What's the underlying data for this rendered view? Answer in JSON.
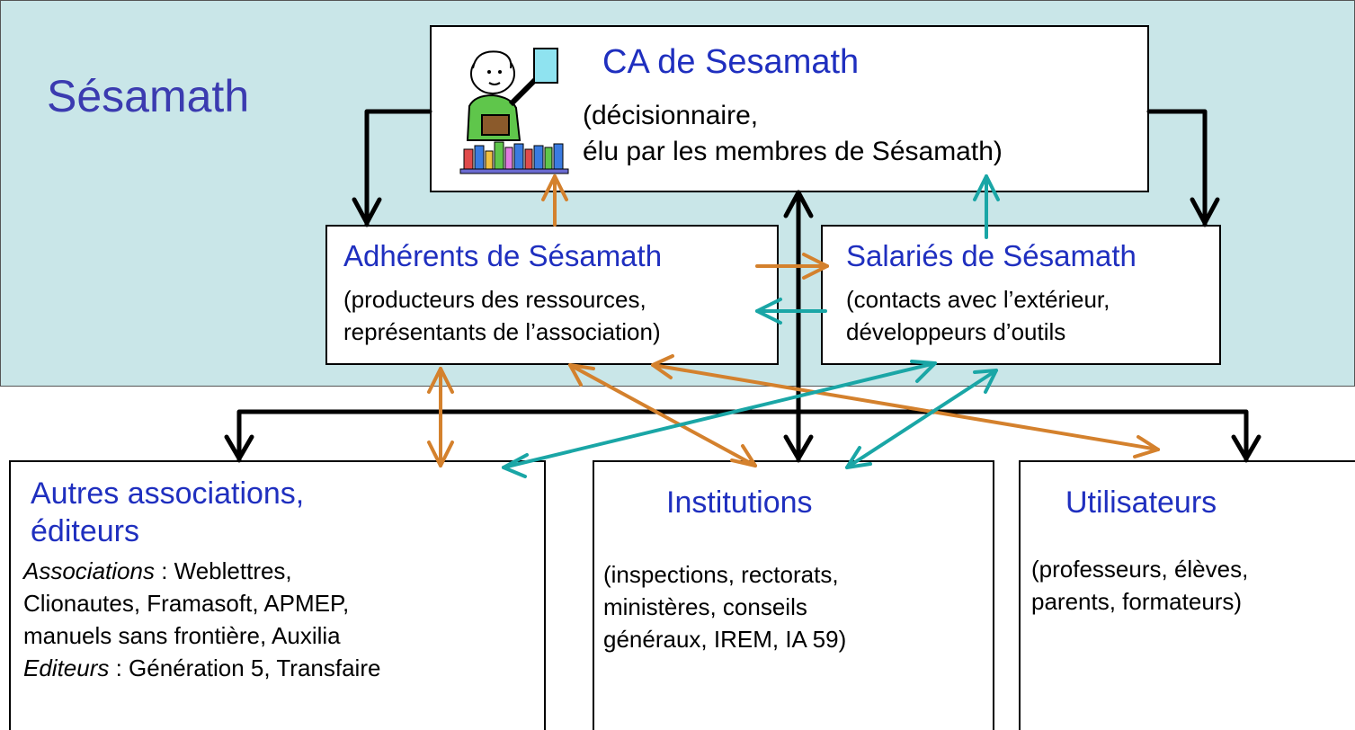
{
  "org_panel": {
    "label": "Sésamath",
    "bg_color": "#c9e6e8"
  },
  "ca": {
    "title": "CA de Sesamath",
    "line1": "(décisionnaire,",
    "line2": "élu par les membres de Sésamath)"
  },
  "adherents": {
    "title": "Adhérents de Sésamath",
    "line1": "(producteurs des ressources,",
    "line2": "représentants de l’association)"
  },
  "salaries": {
    "title": "Salariés de Sésamath",
    "line1": "(contacts avec l’extérieur,",
    "line2": "développeurs d’outils"
  },
  "autres": {
    "title1": "Autres associations,",
    "title2": "éditeurs",
    "assoc_label": "Associations",
    "assoc_text1": " : Weblettres,",
    "assoc_text2": "Clionautes, Framasoft, APMEP,",
    "assoc_text3": "manuels sans frontière, Auxilia",
    "edit_label": "Editeurs",
    "edit_text": " : Génération 5, Transfaire"
  },
  "institutions": {
    "title": "Institutions",
    "line1": "(inspections, rectorats,",
    "line2": "ministères, conseils",
    "line3": "généraux, IREM, IA 59)"
  },
  "utilisateurs": {
    "title": "Utilisateurs",
    "line1": "(professeurs, élèves,",
    "line2": "parents, formateurs)"
  },
  "colors": {
    "title_blue": "#1f2fbf",
    "orange": "#d4812d",
    "teal": "#1aa6a6",
    "label_purple": "#3b3bb0"
  }
}
